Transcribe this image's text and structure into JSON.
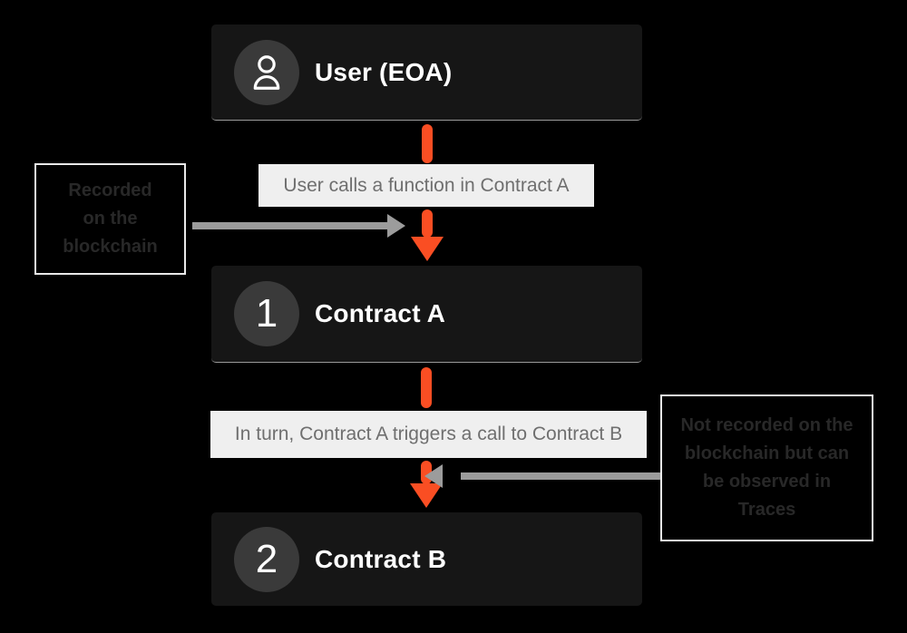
{
  "colors": {
    "background": "#000000",
    "node_bg": "#161616",
    "node_divider": "#989898",
    "badge_bg": "#3a3a3a",
    "node_text": "#ffffff",
    "accent_orange": "#fa4e23",
    "arrow_gray": "#9c9c9c",
    "label_bg": "#efefef",
    "label_text": "#6f6f6f",
    "note_bg": "#000000",
    "note_outline": "#e9e9e9",
    "note_text": "#282828"
  },
  "nodes": [
    {
      "title": "User (EOA)",
      "icon": "user-icon"
    },
    {
      "title": "Contract A",
      "badge": "1"
    },
    {
      "title": "Contract B",
      "badge": "2"
    }
  ],
  "flow_labels": [
    {
      "text": "User calls a function in Contract A"
    },
    {
      "text": "In turn, Contract A triggers a call to Contract B"
    }
  ],
  "notes": [
    {
      "lines": [
        "Recorded",
        "on the",
        "blockchain"
      ]
    },
    {
      "lines": [
        "Not recorded on the",
        "blockchain but can",
        "be observed in",
        "Traces"
      ]
    }
  ]
}
